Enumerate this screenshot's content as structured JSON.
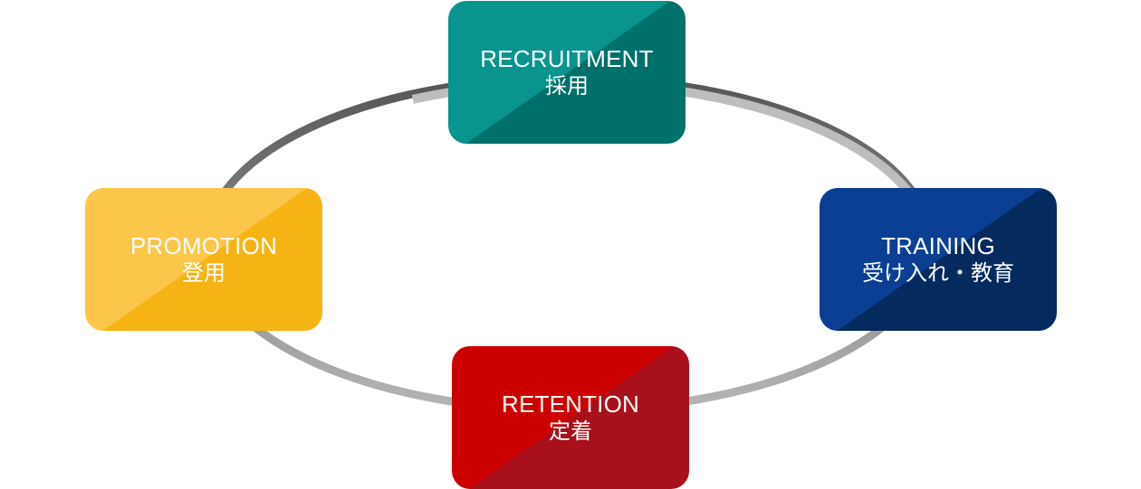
{
  "stages": {
    "recruitment": {
      "en": "RECRUITMENT",
      "jp": "採用",
      "color_light": "#0a9490",
      "color_dark": "#00706b"
    },
    "training": {
      "en": "TRAINING",
      "jp": "受け入れ・教育",
      "color_light": "#0b3f93",
      "color_dark": "#042a5e"
    },
    "retention": {
      "en": "RETENTION",
      "jp": "定着",
      "color_light": "#cc0000",
      "color_dark": "#a8101c"
    },
    "promotion": {
      "en": "PROMOTION",
      "jp": "登用",
      "color_light": "#fcc64a",
      "color_dark": "#f6b414"
    }
  },
  "colors": {
    "ring_dark": "#555555",
    "ring_light": "#b5b5b5"
  }
}
